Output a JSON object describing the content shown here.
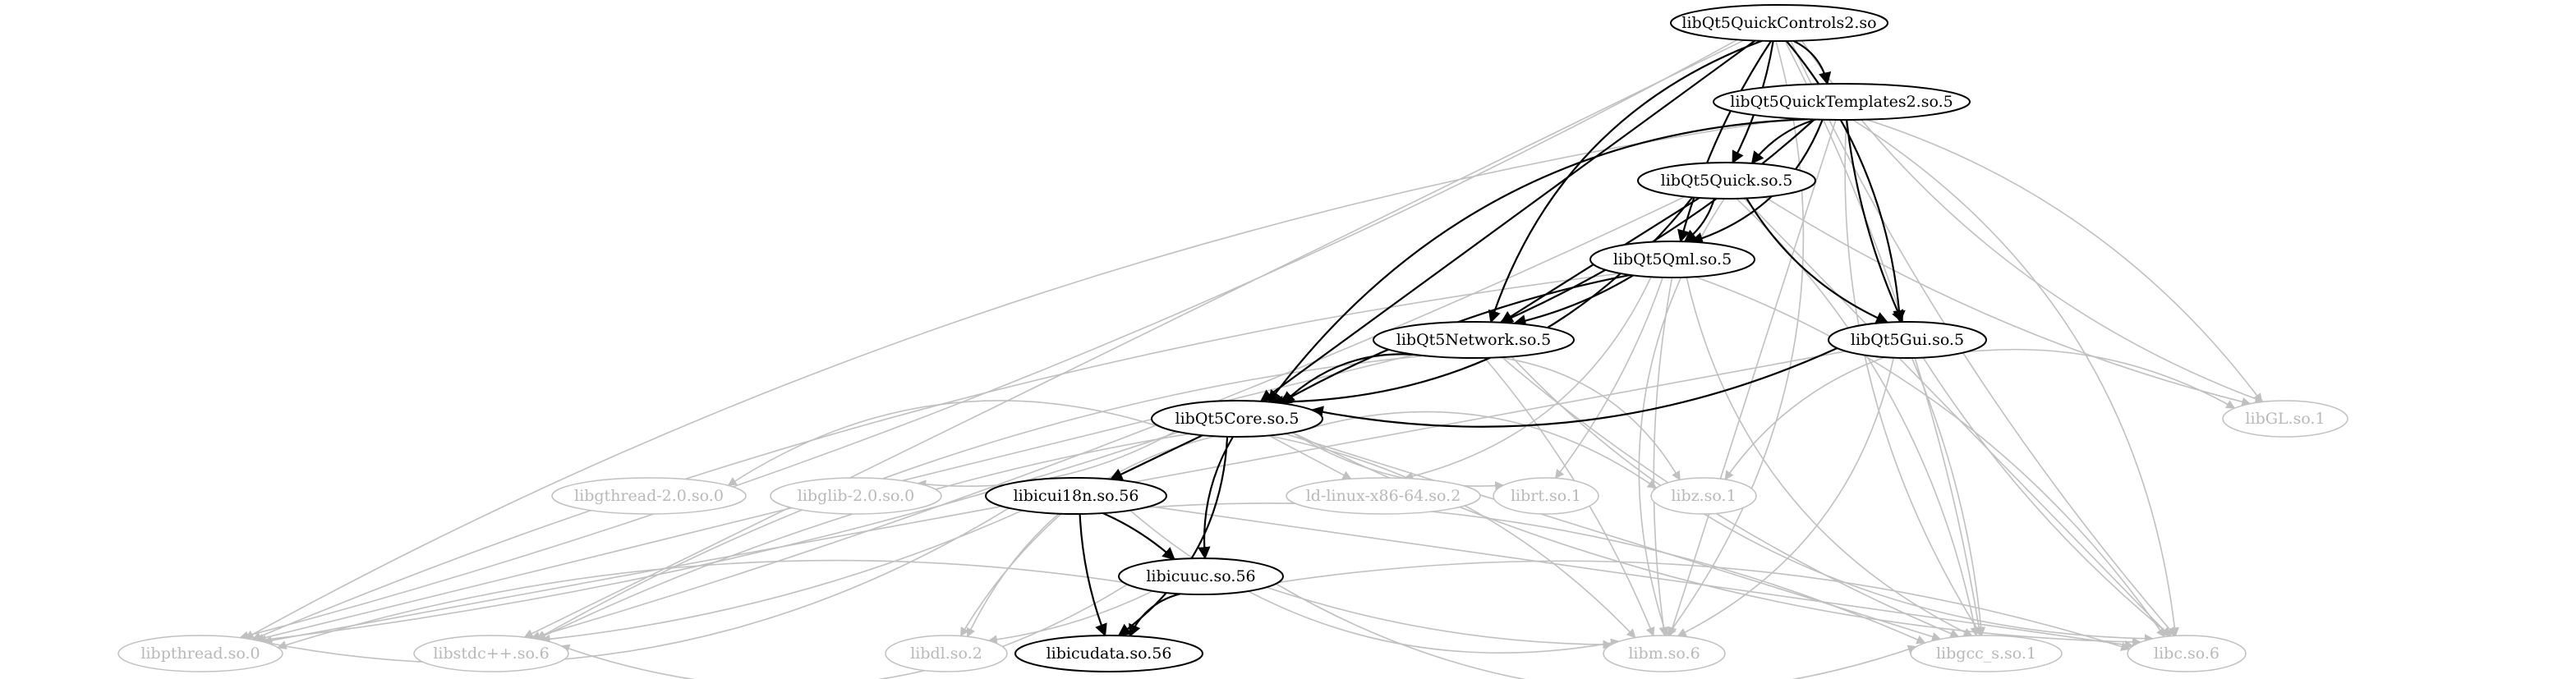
{
  "graph": {
    "colors": {
      "primary_stroke": "#000000",
      "secondary_stroke": "#c0c0c0",
      "primary_text": "#000000",
      "secondary_text": "#b8b8b8"
    },
    "nodes": [
      {
        "id": "controls2",
        "label": "libQt5QuickControls2.so",
        "kind": "primary"
      },
      {
        "id": "templates2",
        "label": "libQt5QuickTemplates2.so.5",
        "kind": "primary"
      },
      {
        "id": "quick",
        "label": "libQt5Quick.so.5",
        "kind": "primary"
      },
      {
        "id": "qml",
        "label": "libQt5Qml.so.5",
        "kind": "primary"
      },
      {
        "id": "network",
        "label": "libQt5Network.so.5",
        "kind": "primary"
      },
      {
        "id": "gui",
        "label": "libQt5Gui.so.5",
        "kind": "primary"
      },
      {
        "id": "core",
        "label": "libQt5Core.so.5",
        "kind": "primary"
      },
      {
        "id": "icui18n",
        "label": "libicui18n.so.56",
        "kind": "primary"
      },
      {
        "id": "icuuc",
        "label": "libicuuc.so.56",
        "kind": "primary"
      },
      {
        "id": "icudata",
        "label": "libicudata.so.56",
        "kind": "primary"
      },
      {
        "id": "gl",
        "label": "libGL.so.1",
        "kind": "system"
      },
      {
        "id": "gthread",
        "label": "libgthread-2.0.so.0",
        "kind": "system"
      },
      {
        "id": "glib",
        "label": "libglib-2.0.so.0",
        "kind": "system"
      },
      {
        "id": "ld",
        "label": "ld-linux-x86-64.so.2",
        "kind": "system"
      },
      {
        "id": "librt",
        "label": "librt.so.1",
        "kind": "system"
      },
      {
        "id": "libz",
        "label": "libz.so.1",
        "kind": "system"
      },
      {
        "id": "pthread",
        "label": "libpthread.so.0",
        "kind": "system"
      },
      {
        "id": "stdcpp",
        "label": "libstdc++.so.6",
        "kind": "system"
      },
      {
        "id": "libdl",
        "label": "libdl.so.2",
        "kind": "system"
      },
      {
        "id": "libm",
        "label": "libm.so.6",
        "kind": "system"
      },
      {
        "id": "libgcc",
        "label": "libgcc_s.so.1",
        "kind": "system"
      },
      {
        "id": "libc",
        "label": "libc.so.6",
        "kind": "system"
      }
    ],
    "edges": [
      {
        "from": "controls2",
        "to": "templates2",
        "kind": "primary"
      },
      {
        "from": "controls2",
        "to": "quick",
        "kind": "primary"
      },
      {
        "from": "controls2",
        "to": "qml",
        "kind": "primary"
      },
      {
        "from": "controls2",
        "to": "network",
        "kind": "primary"
      },
      {
        "from": "controls2",
        "to": "gui",
        "kind": "primary"
      },
      {
        "from": "controls2",
        "to": "core",
        "kind": "primary"
      },
      {
        "from": "templates2",
        "to": "quick",
        "kind": "primary"
      },
      {
        "from": "templates2",
        "to": "qml",
        "kind": "primary"
      },
      {
        "from": "templates2",
        "to": "network",
        "kind": "primary"
      },
      {
        "from": "templates2",
        "to": "gui",
        "kind": "primary"
      },
      {
        "from": "templates2",
        "to": "core",
        "kind": "primary"
      },
      {
        "from": "quick",
        "to": "qml",
        "kind": "primary"
      },
      {
        "from": "quick",
        "to": "network",
        "kind": "primary"
      },
      {
        "from": "quick",
        "to": "gui",
        "kind": "primary"
      },
      {
        "from": "quick",
        "to": "core",
        "kind": "primary"
      },
      {
        "from": "qml",
        "to": "network",
        "kind": "primary"
      },
      {
        "from": "qml",
        "to": "core",
        "kind": "primary"
      },
      {
        "from": "network",
        "to": "core",
        "kind": "primary"
      },
      {
        "from": "gui",
        "to": "core",
        "kind": "primary"
      },
      {
        "from": "core",
        "to": "icui18n",
        "kind": "primary"
      },
      {
        "from": "core",
        "to": "icuuc",
        "kind": "primary"
      },
      {
        "from": "core",
        "to": "icudata",
        "kind": "primary"
      },
      {
        "from": "icui18n",
        "to": "icuuc",
        "kind": "primary"
      },
      {
        "from": "icui18n",
        "to": "icudata",
        "kind": "primary"
      },
      {
        "from": "icuuc",
        "to": "icudata",
        "kind": "primary"
      },
      {
        "from": "controls2",
        "to": "pthread",
        "kind": "system"
      },
      {
        "from": "controls2",
        "to": "stdcpp",
        "kind": "system"
      },
      {
        "from": "controls2",
        "to": "gl",
        "kind": "system"
      },
      {
        "from": "controls2",
        "to": "libm",
        "kind": "system"
      },
      {
        "from": "controls2",
        "to": "libgcc",
        "kind": "system"
      },
      {
        "from": "controls2",
        "to": "libc",
        "kind": "system"
      },
      {
        "from": "templates2",
        "to": "pthread",
        "kind": "system"
      },
      {
        "from": "templates2",
        "to": "gl",
        "kind": "system"
      },
      {
        "from": "templates2",
        "to": "libm",
        "kind": "system"
      },
      {
        "from": "templates2",
        "to": "libgcc",
        "kind": "system"
      },
      {
        "from": "templates2",
        "to": "libc",
        "kind": "system"
      },
      {
        "from": "quick",
        "to": "stdcpp",
        "kind": "system"
      },
      {
        "from": "quick",
        "to": "gl",
        "kind": "system"
      },
      {
        "from": "quick",
        "to": "libm",
        "kind": "system"
      },
      {
        "from": "quick",
        "to": "libgcc",
        "kind": "system"
      },
      {
        "from": "quick",
        "to": "libc",
        "kind": "system"
      },
      {
        "from": "qml",
        "to": "pthread",
        "kind": "system"
      },
      {
        "from": "qml",
        "to": "ld",
        "kind": "system"
      },
      {
        "from": "qml",
        "to": "librt",
        "kind": "system"
      },
      {
        "from": "qml",
        "to": "libm",
        "kind": "system"
      },
      {
        "from": "qml",
        "to": "libgcc",
        "kind": "system"
      },
      {
        "from": "qml",
        "to": "libc",
        "kind": "system"
      },
      {
        "from": "network",
        "to": "pthread",
        "kind": "system"
      },
      {
        "from": "network",
        "to": "stdcpp",
        "kind": "system"
      },
      {
        "from": "network",
        "to": "libz",
        "kind": "system"
      },
      {
        "from": "network",
        "to": "libm",
        "kind": "system"
      },
      {
        "from": "network",
        "to": "libgcc",
        "kind": "system"
      },
      {
        "from": "network",
        "to": "libc",
        "kind": "system"
      },
      {
        "from": "gui",
        "to": "gl",
        "kind": "system"
      },
      {
        "from": "gui",
        "to": "pthread",
        "kind": "system"
      },
      {
        "from": "gui",
        "to": "libz",
        "kind": "system"
      },
      {
        "from": "gui",
        "to": "libm",
        "kind": "system"
      },
      {
        "from": "gui",
        "to": "libgcc",
        "kind": "system"
      },
      {
        "from": "gui",
        "to": "libc",
        "kind": "system"
      },
      {
        "from": "core",
        "to": "gthread",
        "kind": "system"
      },
      {
        "from": "core",
        "to": "glib",
        "kind": "system"
      },
      {
        "from": "core",
        "to": "ld",
        "kind": "system"
      },
      {
        "from": "core",
        "to": "librt",
        "kind": "system"
      },
      {
        "from": "core",
        "to": "libz",
        "kind": "system"
      },
      {
        "from": "core",
        "to": "pthread",
        "kind": "system"
      },
      {
        "from": "core",
        "to": "stdcpp",
        "kind": "system"
      },
      {
        "from": "core",
        "to": "libdl",
        "kind": "system"
      },
      {
        "from": "core",
        "to": "libm",
        "kind": "system"
      },
      {
        "from": "core",
        "to": "libgcc",
        "kind": "system"
      },
      {
        "from": "core",
        "to": "libc",
        "kind": "system"
      },
      {
        "from": "icui18n",
        "to": "pthread",
        "kind": "system"
      },
      {
        "from": "icui18n",
        "to": "stdcpp",
        "kind": "system"
      },
      {
        "from": "icui18n",
        "to": "libdl",
        "kind": "system"
      },
      {
        "from": "icui18n",
        "to": "libm",
        "kind": "system"
      },
      {
        "from": "icui18n",
        "to": "libgcc",
        "kind": "system"
      },
      {
        "from": "icui18n",
        "to": "libc",
        "kind": "system"
      },
      {
        "from": "icuuc",
        "to": "pthread",
        "kind": "system"
      },
      {
        "from": "icuuc",
        "to": "stdcpp",
        "kind": "system"
      },
      {
        "from": "icuuc",
        "to": "libdl",
        "kind": "system"
      },
      {
        "from": "icuuc",
        "to": "libm",
        "kind": "system"
      },
      {
        "from": "icuuc",
        "to": "libgcc",
        "kind": "system"
      },
      {
        "from": "icuuc",
        "to": "libc",
        "kind": "system"
      }
    ]
  }
}
